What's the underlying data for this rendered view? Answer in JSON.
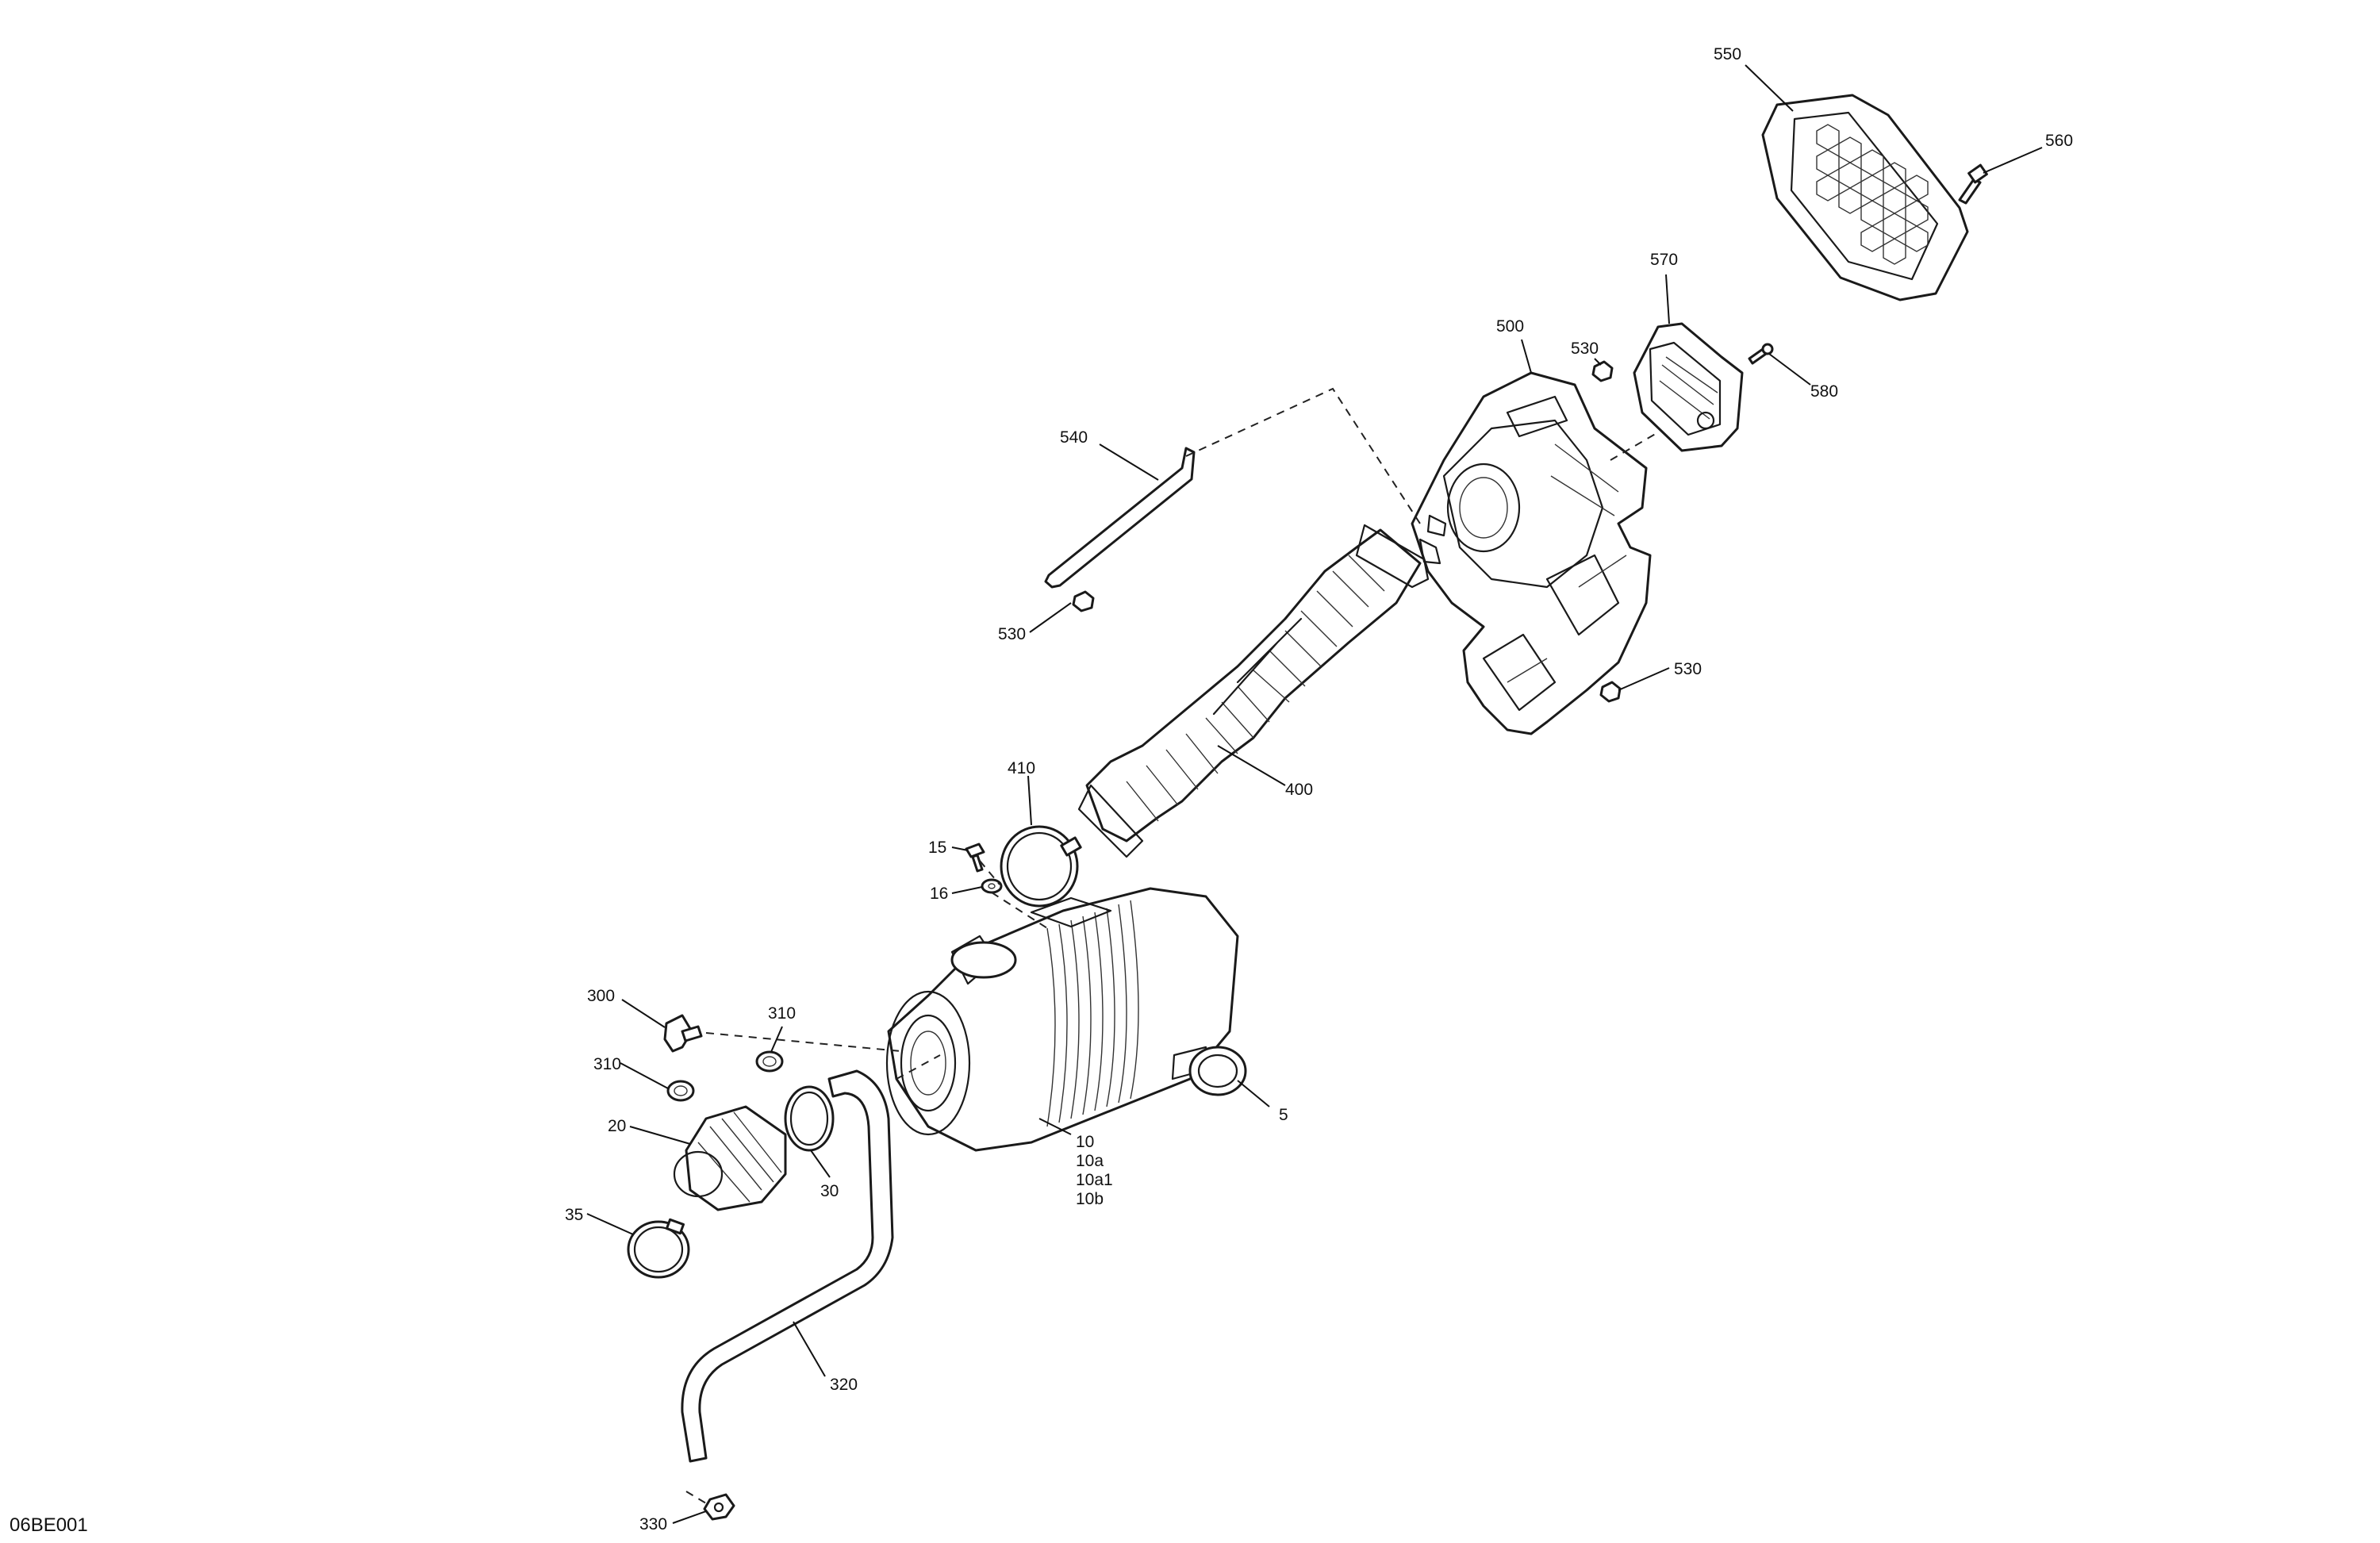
{
  "diagram": {
    "reference_code": "06BE001",
    "callouts": {
      "c550": "550",
      "c560": "560",
      "c570": "570",
      "c500": "500",
      "c530_top": "530",
      "c580": "580",
      "c540": "540",
      "c530_left": "530",
      "c530_right": "530",
      "c410": "410",
      "c400": "400",
      "c15": "15",
      "c16": "16",
      "c300": "300",
      "c310_upper": "310",
      "c310_lower": "310",
      "c20": "20",
      "c35": "35",
      "c30": "30",
      "c10": "10",
      "c10a": "10a",
      "c10a1": "10a1",
      "c10b": "10b",
      "c5": "5",
      "c320": "320",
      "c330": "330"
    }
  }
}
